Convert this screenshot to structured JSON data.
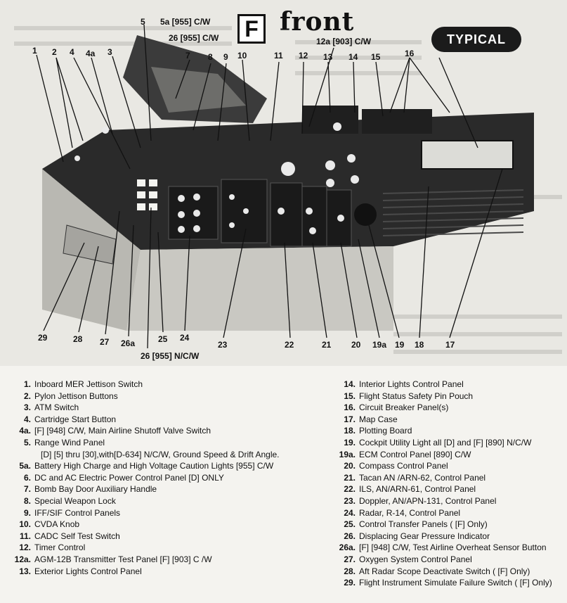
{
  "header": {
    "badge": "F",
    "title": "front",
    "tag": "TYPICAL"
  },
  "callouts": {
    "c1": "1",
    "c2": "2",
    "c3": "3",
    "c4": "4",
    "c4a": "4a",
    "c5": "5",
    "c5a": "5a [955] C/W",
    "c26top": "26 [955] C/W",
    "c7": "7",
    "c8": "8",
    "c9": "9",
    "c10": "10",
    "c11": "11",
    "c12": "12",
    "c12a": "12a [903] C/W",
    "c13": "13",
    "c14": "14",
    "c15": "15",
    "c16": "16",
    "c29": "29",
    "c28": "28",
    "c27": "27",
    "c26a": "26a",
    "c25": "25",
    "c24": "24",
    "c26bot": "26 [955] N/C/W",
    "c23": "23",
    "c22": "22",
    "c21": "21",
    "c20": "20",
    "c19a": "19a",
    "c19": "19",
    "c18": "18",
    "c17": "17"
  },
  "legend_left": [
    {
      "num": "1.",
      "text": "Inboard MER Jettison Switch"
    },
    {
      "num": "2.",
      "text": "Pylon Jettison Buttons"
    },
    {
      "num": "3.",
      "text": "ATM Switch"
    },
    {
      "num": "4.",
      "text": "Cartridge Start Button"
    },
    {
      "num": "4a.",
      "text": "[F] [948] C/W, Main Airline Shutoff Valve Switch"
    },
    {
      "num": "5.",
      "text": "Range Wind Panel"
    },
    {
      "num": "",
      "text": "[D] [5] thru [30],with[D-634] N/C/W, Ground Speed & Drift Angle."
    },
    {
      "num": "5a.",
      "text": "Battery High Charge and High Voltage Caution Lights [955] C/W"
    },
    {
      "num": "6.",
      "text": "DC and AC Electric Power Control Panel [D] ONLY"
    },
    {
      "num": "7.",
      "text": "Bomb Bay Door Auxiliary Handle"
    },
    {
      "num": "8.",
      "text": "Special Weapon Lock"
    },
    {
      "num": "9.",
      "text": "IFF/SIF Control Panels"
    },
    {
      "num": "10.",
      "text": "CVDA Knob"
    },
    {
      "num": "11.",
      "text": "CADC Self Test Switch"
    },
    {
      "num": "12.",
      "text": "Timer Control"
    },
    {
      "num": "12a.",
      "text": "AGM-12B Transmitter Test Panel [F] [903] C /W"
    },
    {
      "num": "13.",
      "text": "Exterior Lights Control Panel"
    }
  ],
  "legend_right": [
    {
      "num": "14.",
      "text": "Interior Lights Control Panel"
    },
    {
      "num": "15.",
      "text": "Flight Status Safety Pin Pouch"
    },
    {
      "num": "16.",
      "text": "Circuit Breaker Panel(s)"
    },
    {
      "num": "17.",
      "text": "Map Case"
    },
    {
      "num": "18.",
      "text": "Plotting Board"
    },
    {
      "num": "19.",
      "text": "Cockpit Utility Light all [D] and [F] [890] N/C/W"
    },
    {
      "num": "19a.",
      "text": "ECM Control Panel [890] C/W"
    },
    {
      "num": "20.",
      "text": "Compass Control Panel"
    },
    {
      "num": "21.",
      "text": "Tacan AN /ARN-62, Control Panel"
    },
    {
      "num": "22.",
      "text": "ILS, AN/ARN-61, Control Panel"
    },
    {
      "num": "23.",
      "text": "Doppler, AN/APN-131, Control Panel"
    },
    {
      "num": "24.",
      "text": "Radar, R-14, Control Panel"
    },
    {
      "num": "25.",
      "text": "Control Transfer Panels ( [F] Only)"
    },
    {
      "num": "26.",
      "text": "Displacing Gear Pressure Indicator"
    },
    {
      "num": "26a.",
      "text": "[F] [948] C/W, Test Airline Overheat Sensor Button"
    },
    {
      "num": "27.",
      "text": "Oxygen System Control Panel"
    },
    {
      "num": "28.",
      "text": "Aft Radar Scope Deactivate Switch ( [F] Only)"
    },
    {
      "num": "29.",
      "text": "Flight Instrument Simulate Failure Switch ( [F] Only)"
    }
  ]
}
